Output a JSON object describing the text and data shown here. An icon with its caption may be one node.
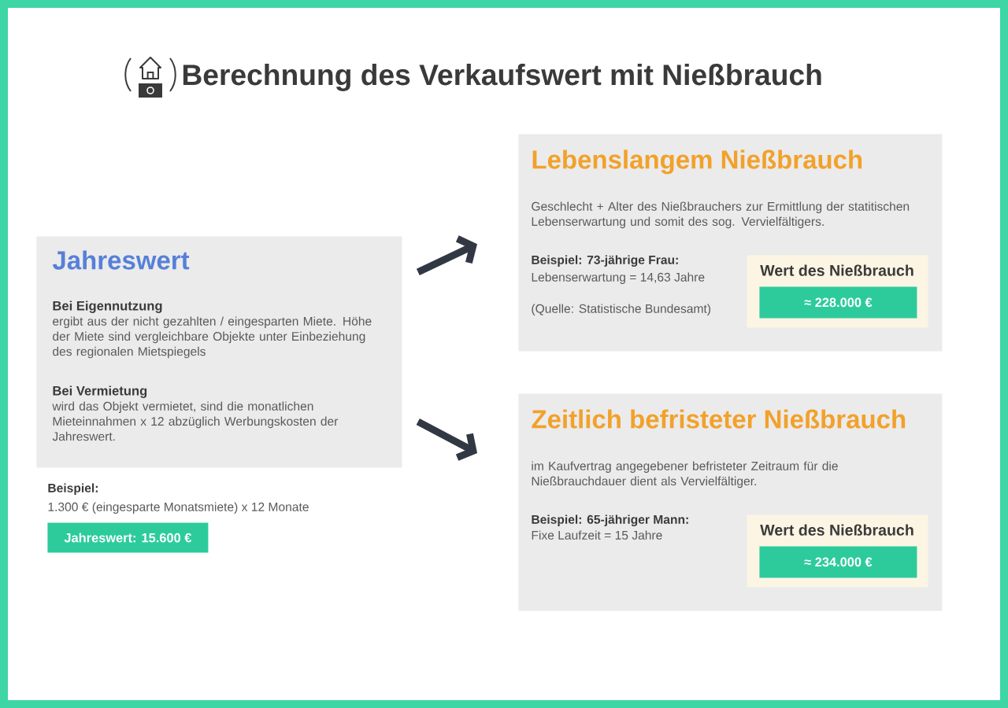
{
  "diagram": {
    "title": "Berechnung des Verkaufswert mit Nießbrauch",
    "nodes": [
      {
        "text": [
          "Jahreswert",
          "Bei Eigennutzung",
          "ergibt aus der nicht gezahlten / eingesparten Miete. Höhe der Miete sind vergleichbare Objekte unter Einbeziehung des regionalen Mietspiegels",
          "Bei Vermietung",
          "wird das Objekt vermietet, sind die monatlichen Mieteinnahmen x 12 abzüglich Werbungskosten der Jahreswert."
        ]
      },
      {
        "text": [
          "Jahreswert: 15.600 €"
        ]
      },
      {
        "text": [
          "Lebenslangem Nießbrauch",
          "Geschlecht + Alter des Nießbrauchers zur Ermittlung der statitischen Lebenserwartung und somit des sog. Vervielfältigers.",
          "Beispiel: 73-jährige Frau:",
          "Lebenserwartung = 14,63 Jahre",
          "(Quelle: Statistische Bundesamt)"
        ]
      },
      {
        "text": [
          "Wert des Nießbrauch"
        ],
        "in": 2
      },
      {
        "text": [
          "≈ 228.000 €"
        ],
        "in": 3
      },
      {
        "text": [
          "Zeitlich befristeter Nießbrauch",
          "im Kaufvertrag angegebener befristeter Zeitraum für die Nießbrauchdauer dient als Vervielfältiger.",
          "Beispiel: 65-jähriger Mann:",
          "Fixe Laufzeit = 15 Jahre"
        ]
      },
      {
        "text": [
          "Wert des Nießbrauch"
        ],
        "in": 5
      },
      {
        "text": [
          "≈ 234.000 €"
        ],
        "in": 6
      }
    ],
    "edges": [
      {
        "from": 0,
        "to": 2,
        "arrow": "to"
      },
      {
        "from": 0,
        "to": 5,
        "arrow": "to"
      }
    ],
    "labels": [
      "Beispiel:",
      "1.300 € (eingesparte Monatsmiete) x 12 Monate"
    ]
  }
}
